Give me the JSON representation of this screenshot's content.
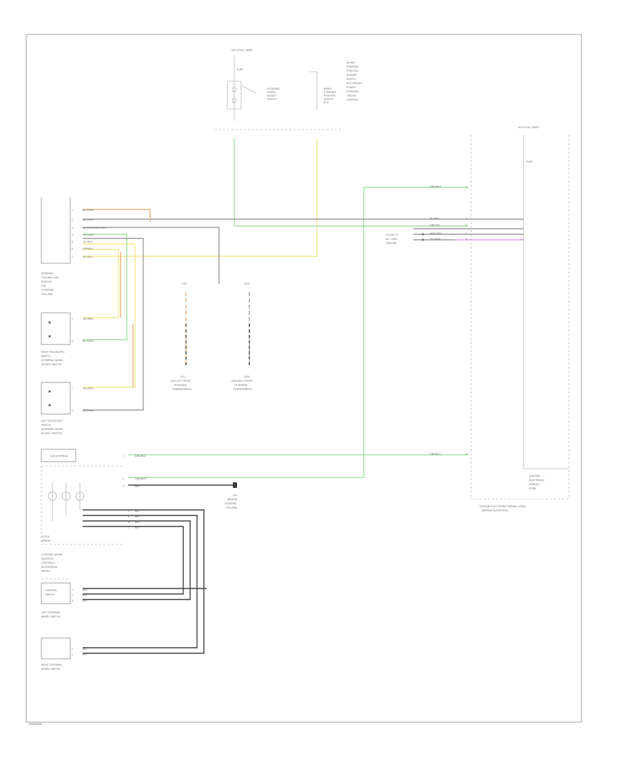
{
  "diagram": {
    "footer_code": "W0000000",
    "top_block": {
      "hot_label": "HOT AT ALL TIMES",
      "fuse_label": "FUSE",
      "switch_label": [
        "STEERING",
        "WHEEL",
        "ADJUST",
        "SWITCH"
      ],
      "connector_label": [
        "BRAKE",
        "STEERING",
        "POSITION",
        "SWITCH",
        "ECU"
      ],
      "right_text": [
        "SIGNAL",
        "STEERING",
        "POSITION",
        "SENSOR",
        "SUPPLY",
        "ELECTRONIC",
        "POWER",
        "STEERING",
        "CIRCUIT",
        "CONTROL"
      ]
    },
    "right_module": {
      "hot_label": "HOT AT ALL TIMES",
      "fuse_label": "FUSE",
      "pins": [
        {
          "wire": "GRN/WHT",
          "num": "1"
        },
        {
          "wire": "BLU/BLK",
          "num": "2"
        },
        {
          "wire": "GRN/YEL",
          "num": "3"
        },
        {
          "wire": "WHT/GRN",
          "num": "4"
        },
        {
          "wire": "YEL/GRN",
          "num": "5"
        },
        {
          "wire": "GRN/BLU",
          "num": "6"
        }
      ],
      "left_notes": [
        "CLOSE TO",
        "ALL CARS",
        "GROUND"
      ],
      "module_label": [
        "CENTRAL",
        "ELECTRONIC",
        "MODULE",
        "(CEM)"
      ],
      "bottom_label": [
        "CENTRAL ELECTRONIC MODULE (CEM)",
        "(BEHIND GLOVE BOX)"
      ]
    },
    "left_module": {
      "pins": [
        {
          "num": "1",
          "wire": "BLU/ORN"
        },
        {
          "num": "2",
          "wire": "BLU/WHT"
        },
        {
          "num": "3",
          "wire": "BLU/GRN (SPLICED)"
        },
        {
          "num": "4",
          "wire": "YEL/GRN"
        },
        {
          "num": "5",
          "wire": "YEL/BLK"
        },
        {
          "num": "6",
          "wire": "GRN/BLU"
        },
        {
          "num": "7",
          "wire": "YEL/BLU"
        }
      ],
      "label": [
        "STEERING",
        "COLUMN LOCK",
        "MODULE",
        "(ON",
        "STEERING",
        "COLUMN)"
      ]
    },
    "right_telescopic": {
      "pins": [
        {
          "num": "1",
          "wire": "YEL/BRN"
        },
        {
          "num": "2",
          "wire": "BLU/GRN"
        }
      ],
      "label": [
        "RIGHT TELESCOPIC",
        "SWITCH",
        "(STEERING WHEEL",
        "ADJUST SWITCH)"
      ]
    },
    "left_telescopic": {
      "pins": [
        {
          "num": "1",
          "wire": "YEL/ORN"
        },
        {
          "num": "2",
          "wire": "BLU/GRN"
        }
      ],
      "label": [
        "LEFT TELESCOPIC",
        "SWITCH",
        "(STEERING WHEEL",
        "ADJUST SWITCH)"
      ]
    },
    "ground_left": {
      "top": "G10",
      "label": [
        "G10",
        "(ON LEFT FRONT",
        "OF ENGINE",
        "COMPARTMENT)"
      ]
    },
    "ground_right": {
      "top": "G200",
      "label": [
        "G200",
        "(ON RIGHT FRONT",
        "OF ENGINE",
        "COMPARTMENT)"
      ]
    },
    "clock_spring": {
      "header": "CLOCK SPRING",
      "pins": [
        {
          "num": "1",
          "wire": "GRN/BLU"
        },
        {
          "num": "2",
          "wire": "GRN/WHT"
        },
        {
          "num": "3",
          "wire": "BLK"
        },
        {
          "num": "4",
          "wire": "BLK"
        },
        {
          "num": "5",
          "wire": "BLK"
        },
        {
          "num": "6",
          "wire": "BLK"
        },
        {
          "num": "7",
          "wire": "BLK"
        }
      ],
      "ground_label": [
        "G10",
        "(BEHIND",
        "STEERING",
        "COLUMN)"
      ],
      "section_label": [
        "CLOCK",
        "SPRING"
      ],
      "sub_label": [
        "STEERING WHEEL",
        "MOUNTED",
        "CONTROLS",
        "(IN STEERING",
        "WHEEL)"
      ]
    },
    "left_sw_switch": {
      "pins": [
        {
          "num": "1",
          "wire": "BLK"
        },
        {
          "num": "2",
          "wire": "BLK"
        },
        {
          "num": "3",
          "wire": "BLK"
        }
      ],
      "inner": [
        "CONTROL",
        "SWITCH"
      ],
      "label": [
        "LEFT STEERING",
        "WHEEL SWITCH"
      ]
    },
    "right_sw_switch": {
      "pins": [
        {
          "num": "1",
          "wire": "BLK"
        },
        {
          "num": "2",
          "wire": "BLK"
        }
      ],
      "label": [
        "RIGHT STEERING",
        "WHEEL SWITCH"
      ]
    },
    "colors": {
      "green": "#9fe39f",
      "yellow": "#f1ea8a",
      "orange": "#e9b27a",
      "gray": "#9a9a9a",
      "black": "#3a3a3a",
      "pink": "#d8a0e6",
      "border": "#888888"
    }
  }
}
